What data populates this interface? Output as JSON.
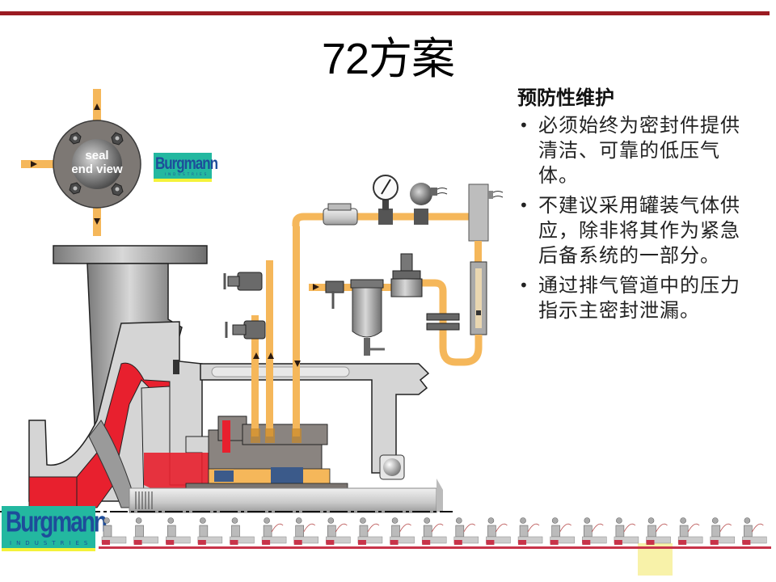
{
  "slide": {
    "title": "72方案",
    "accent_color": "#9b1b22"
  },
  "text_panel": {
    "heading": "预防性维护",
    "bullets": [
      {
        "symbol": "•",
        "text": "必须始终为密封件提供清洁、可靠的低压气体。"
      },
      {
        "symbol": "•",
        "text": "不建议采用罐装气体供应，除非将其作为紧急后备系统的一部分。"
      },
      {
        "symbol": "•",
        "text": "通过排气管道中的压力指示主密封泄漏。"
      }
    ]
  },
  "seal_end_view": {
    "label_line1": "seal",
    "label_line2": "end view"
  },
  "logos": {
    "small": {
      "brand": "Burgmann",
      "sub": "INDUSTRIES"
    },
    "large": {
      "brand": "Burgmann",
      "sub": "INDUSTRIES"
    }
  },
  "colors": {
    "pipe": "#f5b75a",
    "process_fluid": "#e8202e",
    "casing": "#d7d7d7",
    "dark_metal": "#6a6a6a",
    "seal_blue": "#3b5a8a",
    "logo_teal": "#23b8a0",
    "logo_blue": "#1d4d9a",
    "logo_yellow": "#f4f23a"
  },
  "thumbnail_strip": {
    "count": 21,
    "highlighted_index": 17
  }
}
